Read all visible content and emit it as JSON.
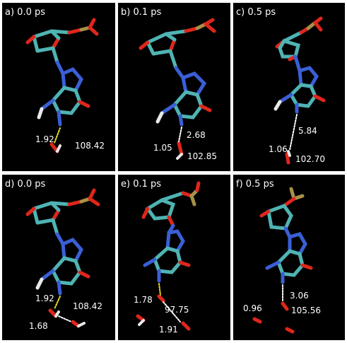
{
  "colors": {
    "background": "#000000",
    "carbon": "#4fb3b3",
    "nitrogen": "#3a5fd6",
    "oxygen": "#e0261b",
    "hydrogen": "#e8e8e8",
    "phosphorus": "#a89048",
    "hbond_yellow": "#e8e020",
    "hbond_white": "#ffffff"
  },
  "panels": [
    {
      "label": "a) 0.0 ps",
      "values": [
        "1.92",
        "108.42"
      ]
    },
    {
      "label": "b) 0.1 ps",
      "values": [
        "2.68",
        "1.05",
        "102.85"
      ]
    },
    {
      "label": "c) 0.5 ps",
      "values": [
        "5.84",
        "1.06",
        "102.70"
      ]
    },
    {
      "label": "d) 0.0 ps",
      "values": [
        "1.92",
        "108.42",
        "1.68"
      ]
    },
    {
      "label": "e) 0.1 ps",
      "values": [
        "1.78",
        "97.75",
        "1.91"
      ]
    },
    {
      "label": "f) 0.5 ps",
      "values": [
        "0.96",
        "3.06",
        "105.56"
      ]
    }
  ]
}
